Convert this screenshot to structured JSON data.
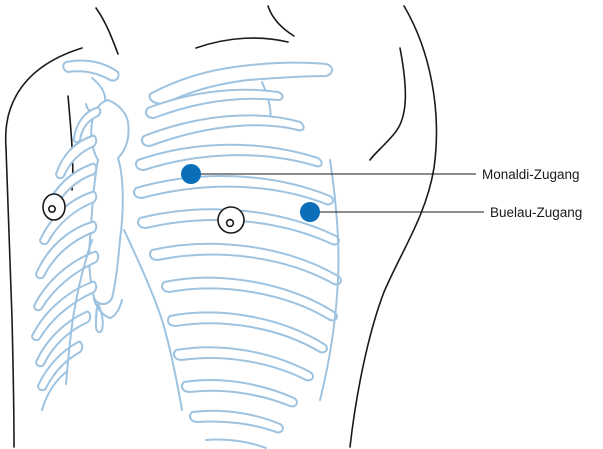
{
  "diagram": {
    "colors": {
      "marker": "#0a6fb8",
      "bone_stroke": "#9ec3e0",
      "skin_outline": "#1a1a1a"
    },
    "markers": [
      {
        "id": "monaldi",
        "label": "Monaldi-Zugang"
      },
      {
        "id": "buelau",
        "label": "Buelau-Zugang"
      }
    ],
    "nipples": [
      {
        "side": "right"
      },
      {
        "side": "left"
      }
    ]
  }
}
